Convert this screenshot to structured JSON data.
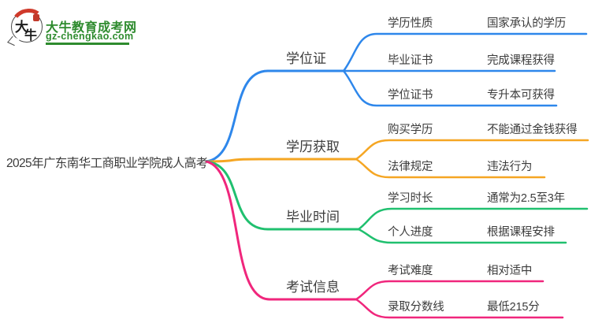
{
  "logo": {
    "icon_char_top": "大",
    "icon_char_bottom": "牛",
    "site_name": "大牛教育成考网",
    "site_url": "gz-chengkao.com",
    "brand_green": "#2e8b2e",
    "brand_red": "#cf3a2b"
  },
  "root": {
    "label": "2025年广东南华工商职业学院成人高考"
  },
  "colors": {
    "text": "#3c3c3c",
    "branch_blue": "#2e87eb",
    "branch_orange": "#f5a623",
    "branch_green": "#20c06f",
    "branch_pink": "#f0267c"
  },
  "branches": [
    {
      "label": "学位证",
      "color": "#2e87eb",
      "rows": [
        {
          "label": "学历性质",
          "value": "国家承认的学历"
        },
        {
          "label": "毕业证书",
          "value": "完成课程获得"
        },
        {
          "label": "学位证书",
          "value": "专升本可获得"
        }
      ]
    },
    {
      "label": "学历获取",
      "color": "#f5a623",
      "rows": [
        {
          "label": "购买学历",
          "value": "不能通过金钱获得"
        },
        {
          "label": "法律规定",
          "value": "违法行为"
        }
      ]
    },
    {
      "label": "毕业时间",
      "color": "#20c06f",
      "rows": [
        {
          "label": "学习时长",
          "value": "通常为2.5至3年"
        },
        {
          "label": "个人进度",
          "value": "根据课程安排"
        }
      ]
    },
    {
      "label": "考试信息",
      "color": "#f0267c",
      "rows": [
        {
          "label": "考试难度",
          "value": "相对适中"
        },
        {
          "label": "录取分数线",
          "value": "最低215分"
        }
      ]
    }
  ]
}
